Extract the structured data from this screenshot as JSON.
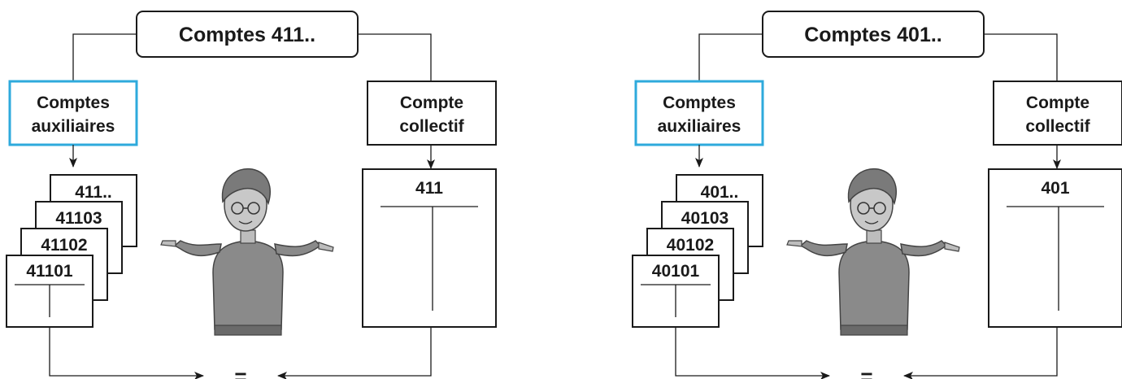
{
  "panels": [
    {
      "title": "Comptes 411..",
      "auxiliaires_label": [
        "Comptes",
        "auxiliaires"
      ],
      "collectif_label": [
        "Compte",
        "collectif"
      ],
      "subaccounts": [
        "411..",
        "41103",
        "41102",
        "41101"
      ],
      "collectif_number": "411",
      "equals": "="
    },
    {
      "title": "Comptes 401..",
      "auxiliaires_label": [
        "Comptes",
        "auxiliaires"
      ],
      "collectif_label": [
        "Compte",
        "collectif"
      ],
      "subaccounts": [
        "401..",
        "40103",
        "40102",
        "40101"
      ],
      "collectif_number": "401",
      "equals": "="
    }
  ],
  "colors": {
    "auxiliaires_border": "#2eaadc",
    "line": "#1a1a1a",
    "figure_fill": "#8a8a8a",
    "figure_dark": "#555555"
  },
  "icons": [
    "woman-pointing-figure"
  ]
}
